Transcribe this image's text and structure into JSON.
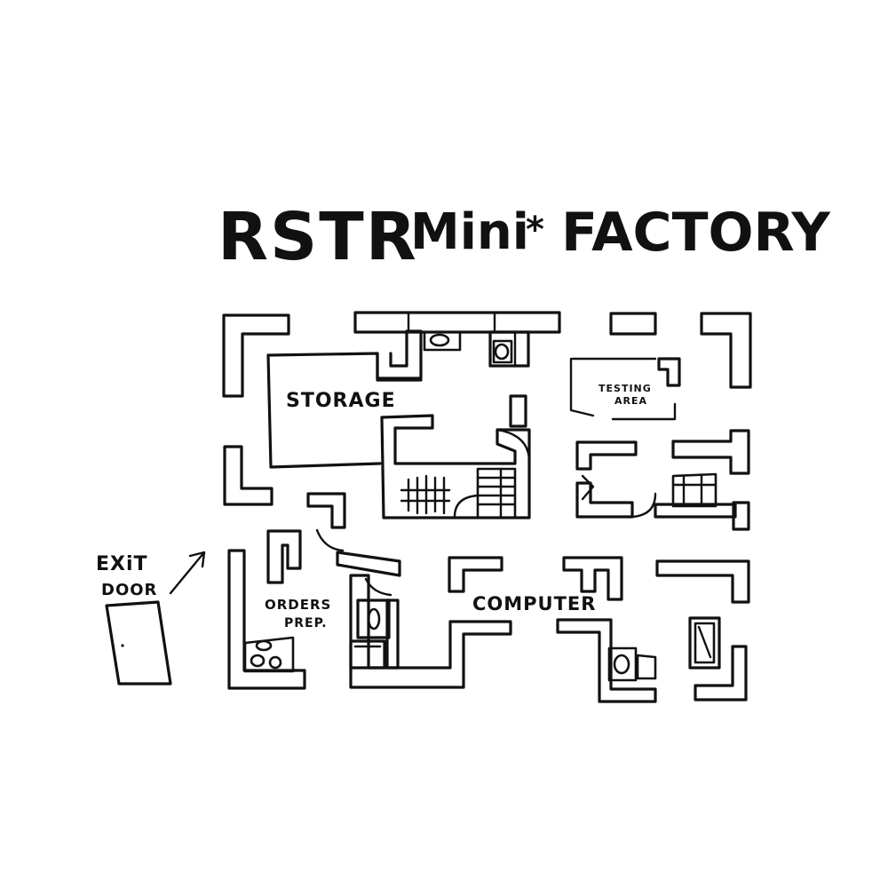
{
  "title": {
    "brand": "RSTR",
    "mini": "Mini",
    "separator": "*",
    "factory": "FACTORY"
  },
  "labels": {
    "storage": "STORAGE",
    "testing_line1": "TESTING",
    "testing_line2": "AREA",
    "exit_line1": "EXiT",
    "exit_line2": "DOOR",
    "orders_line1": "ORDERS",
    "orders_line2": "PREP.",
    "computer": "COMPUTER"
  },
  "colors": {
    "ink": "#111111",
    "paper": "#ffffff"
  }
}
